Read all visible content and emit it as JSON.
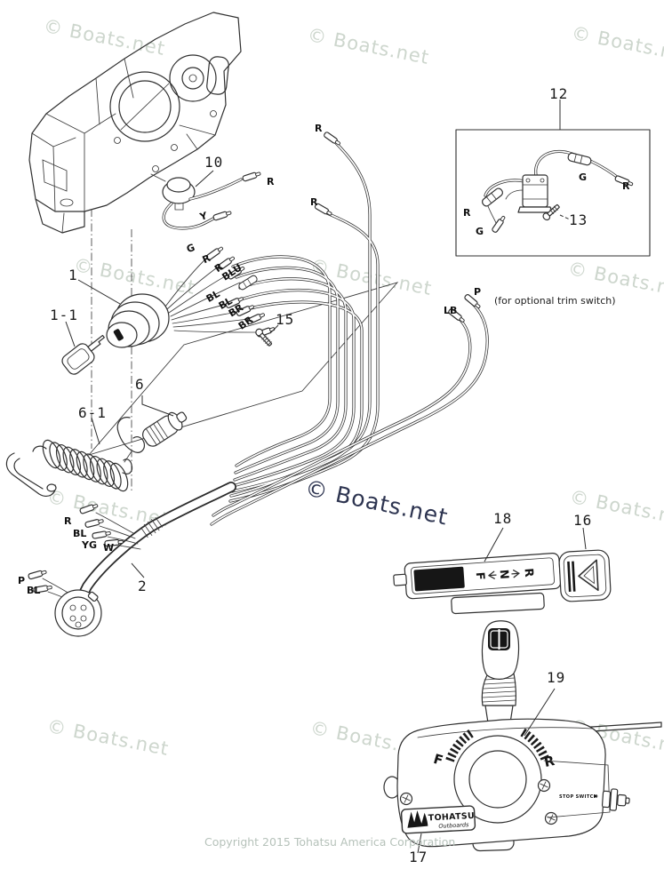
{
  "watermark": {
    "text": "© Boats.net",
    "light_color": "#cdd6cd",
    "dark_color": "#2d3450"
  },
  "copyright_line": "Copyright 2015 Tohatsu America Corporation",
  "notes": {
    "optional_trim": "(for optional trim switch)"
  },
  "part_callouts": {
    "p10": "10",
    "p1": "1",
    "p1_1": "1-1",
    "p6": "6",
    "p6_1": "6-1",
    "p15": "15",
    "p2": "2",
    "p12": "12",
    "p13": "13",
    "p18": "18",
    "p16": "16",
    "p19": "19",
    "p17": "17"
  },
  "wire_labels": {
    "top_r_a": "R",
    "top_r_b": "R",
    "top_r_c": "R",
    "horn_y": "Y",
    "fan_g": "G",
    "fan_r1": "R",
    "fan_r2": "R",
    "fan_blu": "BLU",
    "fan_bl1": "BL",
    "fan_bl2": "BL",
    "fan_br1": "BR",
    "fan_br2": "BR",
    "box_g_right": "G",
    "box_r_right": "R",
    "box_r_left": "R",
    "box_g_left": "G",
    "trim_p": "P",
    "trim_lb": "LB",
    "left_r": "R",
    "left_bl": "BL",
    "left_yg": "YG",
    "left_w": "W",
    "left_p": "P",
    "left_bl2": "BL"
  },
  "remote_control": {
    "forward_letter": "F",
    "reverse_letter": "R",
    "stop_switch_text": "STOP SWITCH",
    "brand": "TOHATSU",
    "brand_sub": "Outboards"
  },
  "shift_plate": {
    "letters": [
      "F",
      "N",
      "R"
    ]
  }
}
